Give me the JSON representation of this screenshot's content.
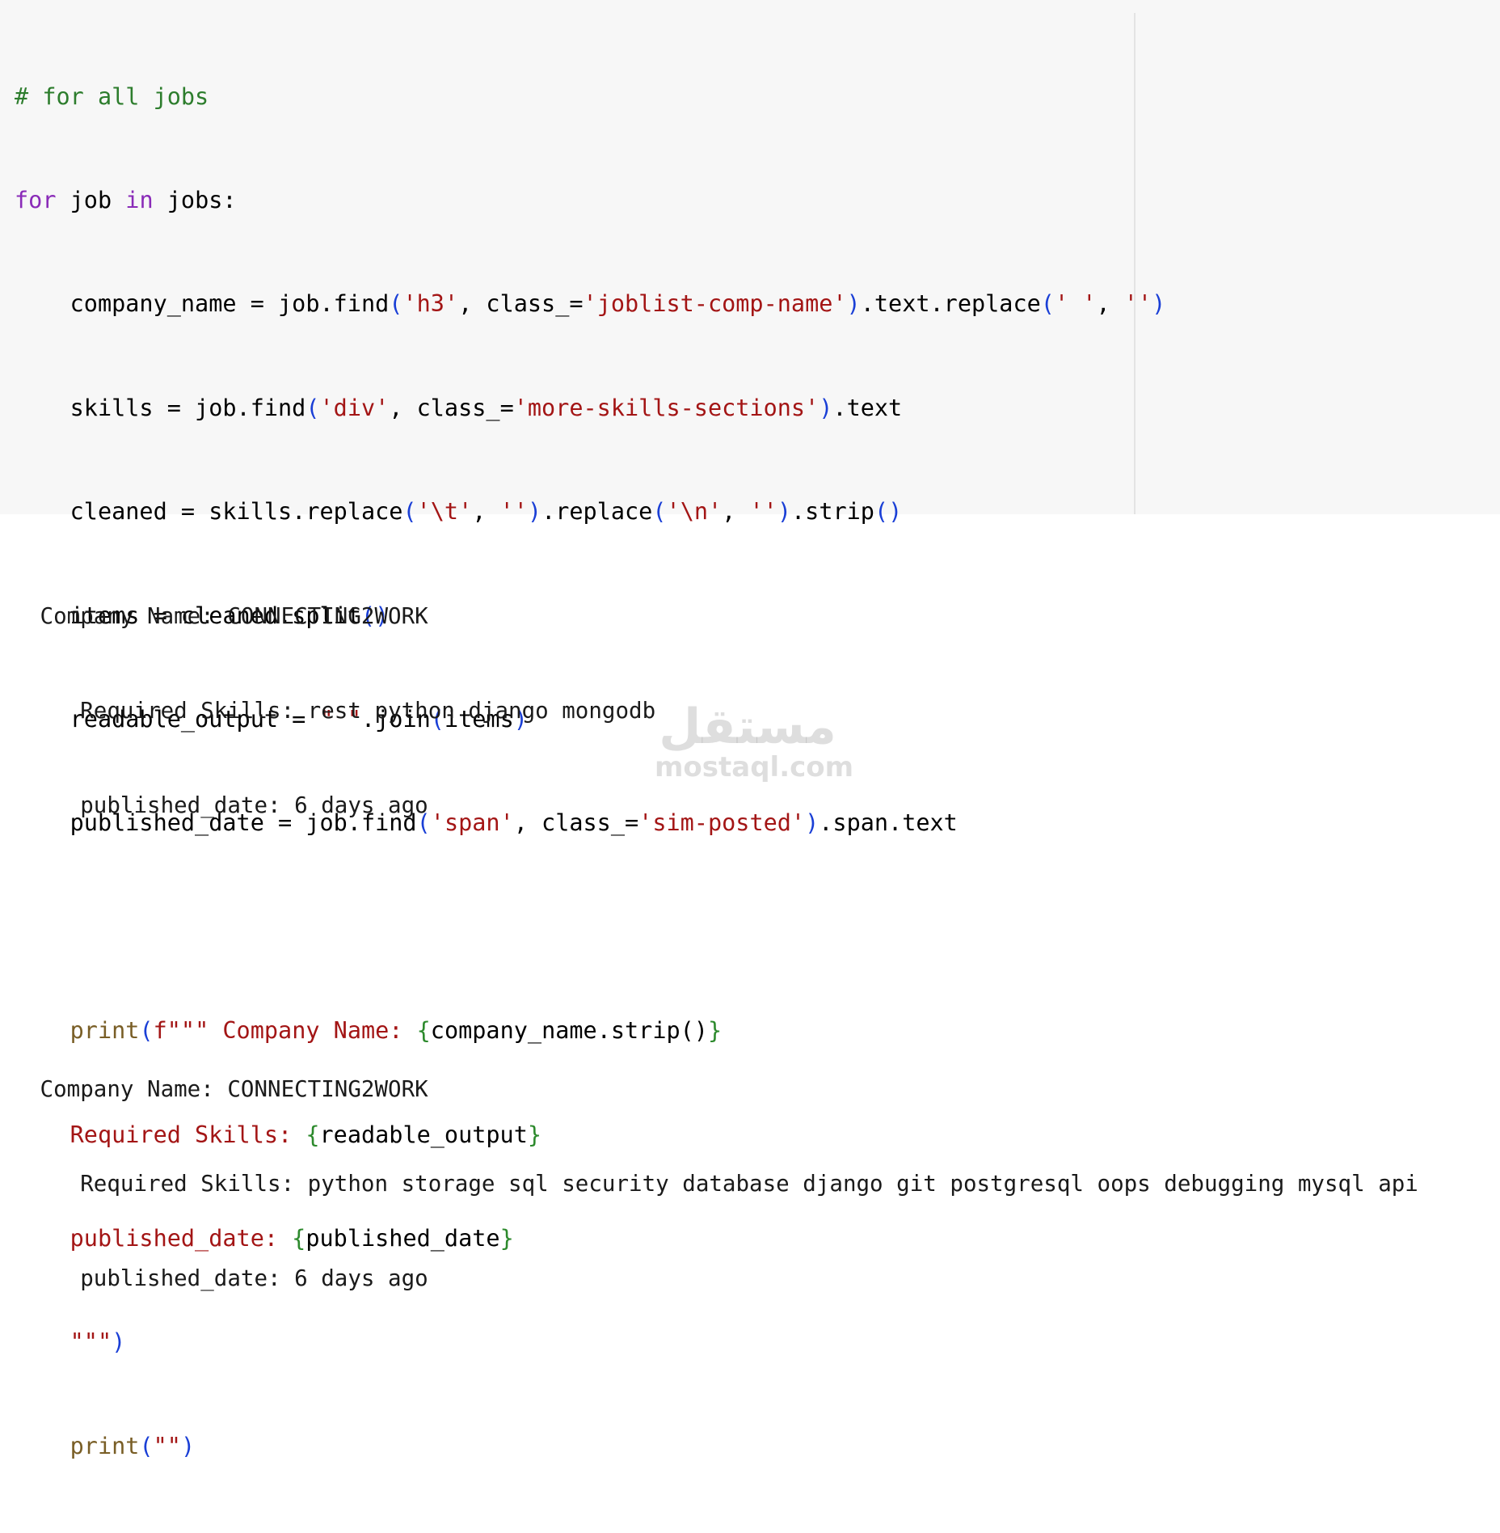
{
  "code": {
    "line1": "# for all jobs",
    "line2_for": "for",
    "line2_var": " job ",
    "line2_in": "in",
    "line2_rest": " jobs:",
    "line3_a": "    company_name = job.find",
    "line3_s1": "'h3'",
    "line3_b": ", class_=",
    "line3_s2": "'joblist-comp-name'",
    "line3_c": ".text.replace",
    "line3_s3": "' '",
    "line3_d": ", ",
    "line3_s4": "''",
    "line4_a": "    skills = job.find",
    "line4_s1": "'div'",
    "line4_b": ", class_=",
    "line4_s2": "'more-skills-sections'",
    "line4_c": ".text",
    "line5_a": "    cleaned = skills.replace",
    "line5_s1": "'\\t'",
    "line5_b": ", ",
    "line5_s2": "''",
    "line5_c": ".replace",
    "line5_s3": "'\\n'",
    "line5_d": ", ",
    "line5_s4": "''",
    "line5_e": ".strip",
    "line6_a": "    items = cleaned.split",
    "line7_a": "    readable_output = ",
    "line7_s1": "\" \"",
    "line7_b": ".join",
    "line7_c": "items",
    "line8_a": "    published_date = job.find",
    "line8_s1": "'span'",
    "line8_b": ", class_=",
    "line8_s2": "'sim-posted'",
    "line8_c": ".span.text",
    "line10_fn": "print",
    "line10_f": "f\"\"\" Company Name: ",
    "line10_expr": "company_name.strip()",
    "line11_s": "    Required Skills: ",
    "line11_expr": "readable_output",
    "line12_s": "    published_date: ",
    "line12_expr": "published_date",
    "line13_s": "    \"\"\"",
    "line14_fn": "print",
    "line14_s": "\"\""
  },
  "output": {
    "block1": {
      "company": " Company Name: CONNECTING2WORK",
      "skills": "    Required Skills: rest python django mongodb",
      "date": "    published_date: 6 days ago"
    },
    "block2": {
      "company": " Company Name: CONNECTING2WORK",
      "skills": "    Required Skills: python storage sql security database django git postgresql oops debugging mysql api",
      "date": "    published_date: 6 days ago"
    }
  },
  "watermark": {
    "logo": "مستقل",
    "url": "mostaql.com"
  }
}
